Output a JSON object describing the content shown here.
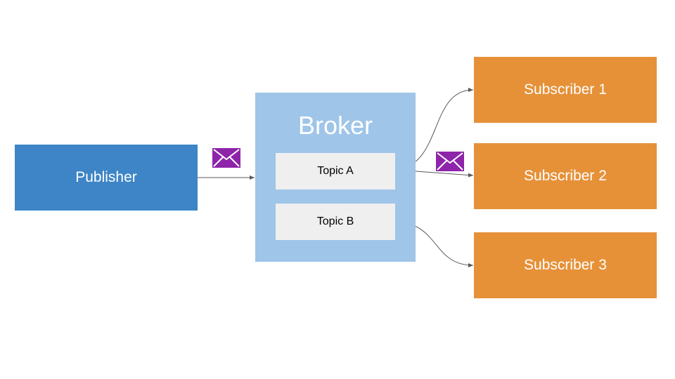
{
  "colors": {
    "publisher": "#3d85c6",
    "broker": "#9fc5e8",
    "topic": "#efefef",
    "subscriber": "#e69138",
    "envelope": "#8e24aa",
    "line": "#595959"
  },
  "publisher": {
    "label": "Publisher"
  },
  "broker": {
    "title": "Broker",
    "topics": [
      {
        "label": "Topic A"
      },
      {
        "label": "Topic B"
      }
    ]
  },
  "subscribers": [
    {
      "label": "Subscriber 1"
    },
    {
      "label": "Subscriber 2"
    },
    {
      "label": "Subscriber 3"
    }
  ],
  "icons": {
    "message": "envelope-icon"
  }
}
